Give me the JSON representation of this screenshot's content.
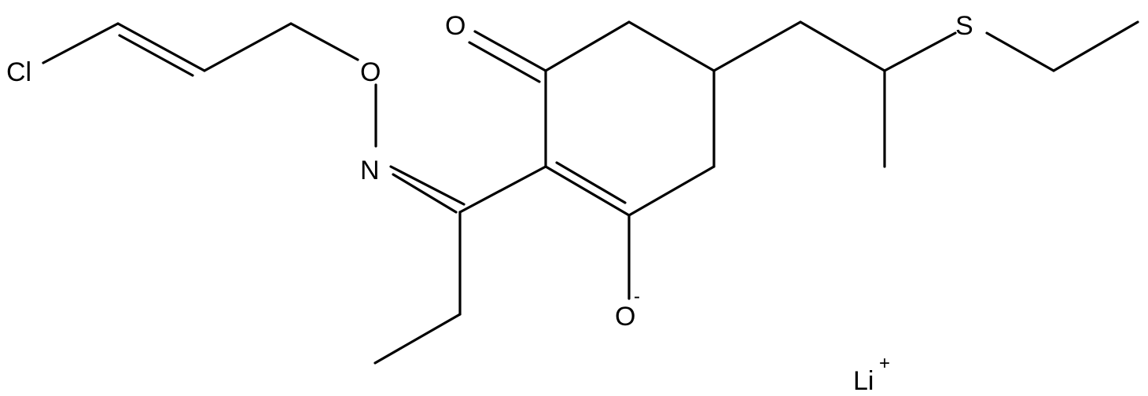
{
  "molecule": {
    "atoms": {
      "cl": "Cl",
      "o_oxime": "O",
      "n_oxime": "N",
      "o_ketone": "O",
      "o_enolate": "O",
      "s": "S",
      "li": "Li"
    },
    "charges": {
      "o_enolate": "-",
      "li": "+"
    }
  },
  "colors": {
    "bond": "#000000",
    "label": "#000000",
    "background": "#ffffff"
  }
}
